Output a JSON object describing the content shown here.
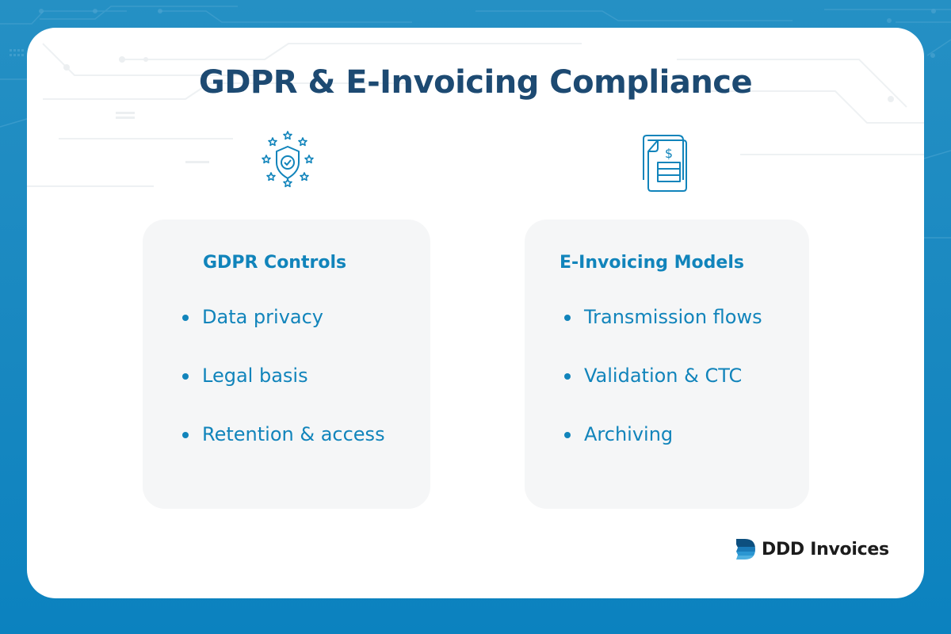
{
  "title": "GDPR & E-Invoicing Compliance",
  "colors": {
    "background": "#1a8ac2",
    "title": "#1d4a72",
    "accent": "#1184bb",
    "card_bg": "#f5f6f7",
    "brand_text": "#1c1c1c"
  },
  "columns": [
    {
      "icon": "shield-check-stars-icon",
      "heading": "GDPR Controls",
      "items": [
        "Data privacy",
        "Legal basis",
        "Retention & access"
      ]
    },
    {
      "icon": "invoice-dollar-icon",
      "heading": "E-Invoicing Models",
      "items": [
        "Transmission flows",
        "Validation & CTC",
        "Archiving"
      ]
    }
  ],
  "brand": {
    "icon": "ddd-logo-icon",
    "name": "DDD Invoices"
  }
}
